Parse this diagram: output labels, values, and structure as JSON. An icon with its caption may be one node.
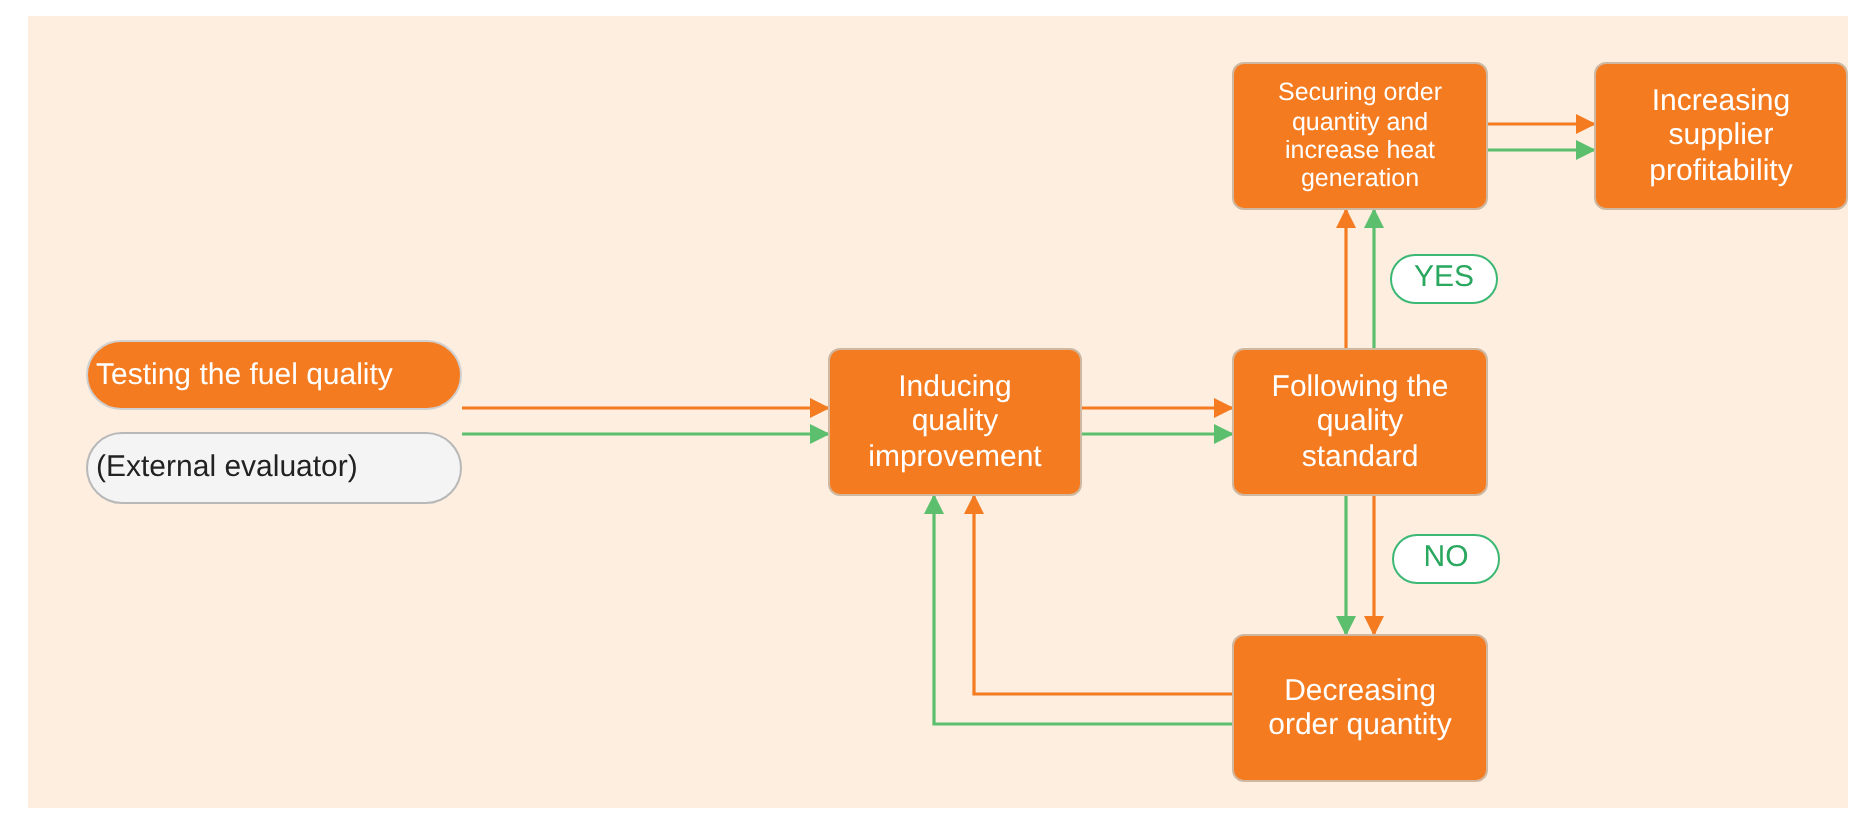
{
  "diagram": {
    "nodes": [
      {
        "text": [
          "Testing the fuel quality"
        ]
      },
      {
        "text": [
          "(External evaluator)"
        ]
      },
      {
        "text": [
          "Inducing quality improvement"
        ]
      },
      {
        "text": [
          "Following the quality standard"
        ]
      },
      {
        "text": [
          "Securing order quantity and increase heat generation"
        ]
      },
      {
        "text": [
          "Increasing supplier profitability"
        ]
      },
      {
        "text": [
          "Decreasing order quantity"
        ]
      }
    ],
    "edges": [
      {
        "from": 0,
        "to": 2,
        "arrow": "to"
      },
      {
        "from": 1,
        "to": 2,
        "arrow": "to",
        "color": "#5cbf6e"
      },
      {
        "from": 2,
        "to": 3,
        "arrow": "to"
      },
      {
        "from": 2,
        "to": 3,
        "arrow": "to",
        "color": "#5cbf6e"
      },
      {
        "from": 3,
        "to": 4,
        "arrow": "to"
      },
      {
        "from": 3,
        "to": 4,
        "arrow": "to",
        "color": "#5cbf6e",
        "label": "YES"
      },
      {
        "from": 4,
        "to": 5,
        "arrow": "to"
      },
      {
        "from": 4,
        "to": 5,
        "arrow": "to",
        "color": "#5cbf6e"
      },
      {
        "from": 3,
        "to": 6,
        "arrow": "to",
        "color": "#5cbf6e"
      },
      {
        "from": 3,
        "to": 6,
        "arrow": "to",
        "label": "NO"
      },
      {
        "from": 6,
        "to": 2,
        "arrow": "to"
      },
      {
        "from": 6,
        "to": 2,
        "arrow": "to",
        "color": "#5cbf6e"
      }
    ]
  }
}
